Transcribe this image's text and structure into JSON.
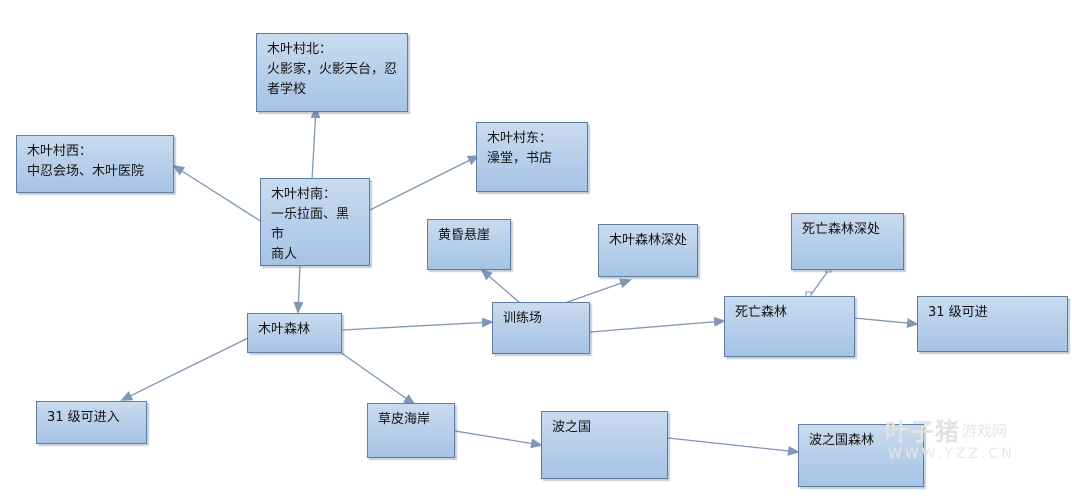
{
  "nodes": {
    "konoha_north": "木叶村北：\n火影家，火影天台，忍\n者学校",
    "konoha_west": "木叶村西：\n中忍会场、木叶医院",
    "konoha_east": "木叶村东：\n澡堂，书店",
    "konoha_south": "木叶村南：\n一乐拉面、黑市\n商人",
    "dusk_cliff": "黄昏悬崖",
    "deep_konoha_forest": "木叶森林深处",
    "deep_death_forest": "死亡森林深处",
    "konoha_forest": "木叶森林",
    "training_ground": "训练场",
    "death_forest": "死亡森林",
    "level31_enter_right": "31 级可进",
    "level31_enter_left": "31 级可进入",
    "grass_coast": "草皮海岸",
    "land_of_waves": "波之国",
    "land_of_waves_forest": "波之国森林"
  },
  "watermark": {
    "brand": "叶子猪",
    "suffix": "游戏网",
    "url": "WWW.YZZ.CN"
  },
  "colors": {
    "box_fill_top": "#c9dbef",
    "box_fill_bottom": "#a6c3e4",
    "box_border": "#5d7fa6",
    "arrow": "#7f96b4"
  }
}
